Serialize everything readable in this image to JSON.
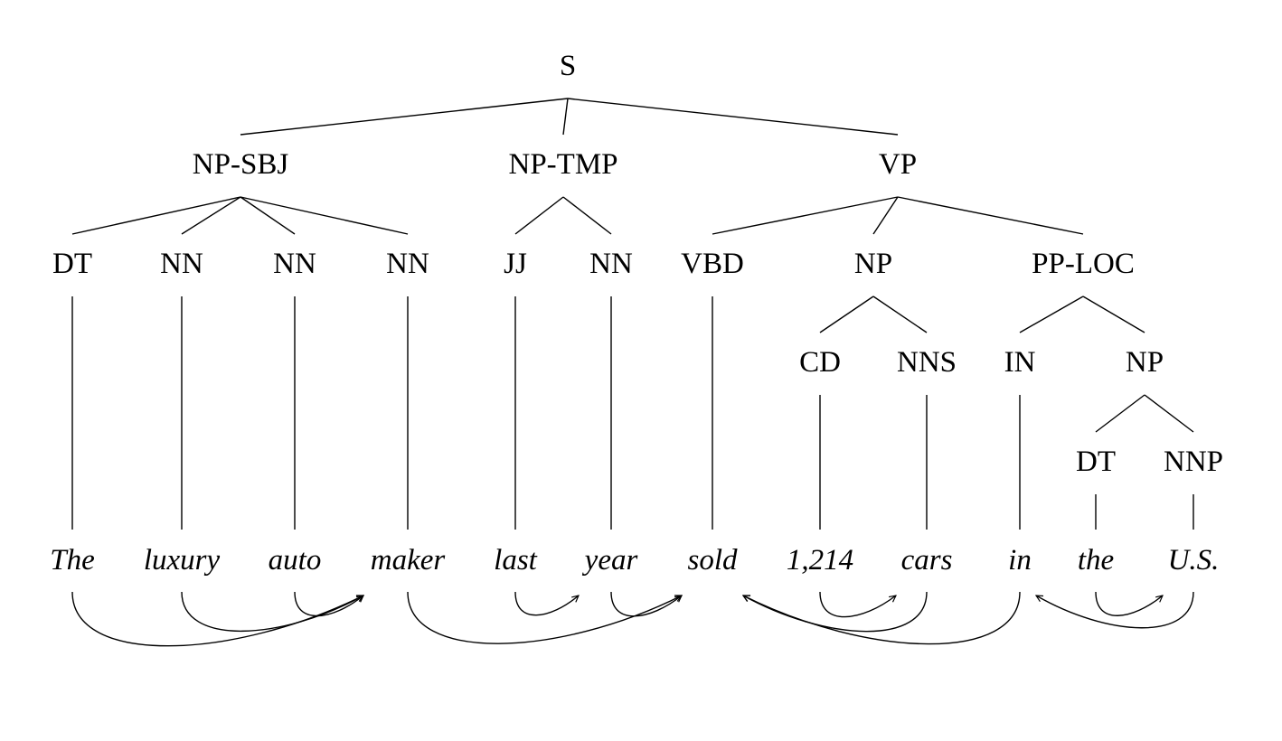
{
  "diagram": {
    "nodes": [
      {
        "id": "s",
        "label": "S"
      },
      {
        "id": "np_sbj",
        "label": "NP-SBJ"
      },
      {
        "id": "np_tmp",
        "label": "NP-TMP"
      },
      {
        "id": "vp",
        "label": "VP"
      },
      {
        "id": "dt1",
        "label": "DT"
      },
      {
        "id": "nn1",
        "label": "NN"
      },
      {
        "id": "nn2",
        "label": "NN"
      },
      {
        "id": "nn3",
        "label": "NN"
      },
      {
        "id": "jj",
        "label": "JJ"
      },
      {
        "id": "nn4",
        "label": "NN"
      },
      {
        "id": "vbd",
        "label": "VBD"
      },
      {
        "id": "np1",
        "label": "NP"
      },
      {
        "id": "pp_loc",
        "label": "PP-LOC"
      },
      {
        "id": "cd",
        "label": "CD"
      },
      {
        "id": "nns",
        "label": "NNS"
      },
      {
        "id": "in",
        "label": "IN"
      },
      {
        "id": "np2",
        "label": "NP"
      },
      {
        "id": "dt2",
        "label": "DT"
      },
      {
        "id": "nnp",
        "label": "NNP"
      }
    ],
    "words": [
      "The",
      "luxury",
      "auto",
      "maker",
      "last",
      "year",
      "sold",
      "1,214",
      "cars",
      "in",
      "the",
      "U.S."
    ],
    "tree_edges": [
      [
        "s",
        "np_sbj"
      ],
      [
        "s",
        "np_tmp"
      ],
      [
        "s",
        "vp"
      ],
      [
        "np_sbj",
        "dt1"
      ],
      [
        "np_sbj",
        "nn1"
      ],
      [
        "np_sbj",
        "nn2"
      ],
      [
        "np_sbj",
        "nn3"
      ],
      [
        "np_tmp",
        "jj"
      ],
      [
        "np_tmp",
        "nn4"
      ],
      [
        "vp",
        "vbd"
      ],
      [
        "vp",
        "np1"
      ],
      [
        "vp",
        "pp_loc"
      ],
      [
        "np1",
        "cd"
      ],
      [
        "np1",
        "nns"
      ],
      [
        "pp_loc",
        "in"
      ],
      [
        "pp_loc",
        "np2"
      ],
      [
        "np2",
        "dt2"
      ],
      [
        "np2",
        "nnp"
      ]
    ],
    "preterminal_word": [
      [
        "dt1",
        0
      ],
      [
        "nn1",
        1
      ],
      [
        "nn2",
        2
      ],
      [
        "nn3",
        3
      ],
      [
        "jj",
        4
      ],
      [
        "nn4",
        5
      ],
      [
        "vbd",
        6
      ],
      [
        "cd",
        7
      ],
      [
        "nns",
        8
      ],
      [
        "in",
        9
      ],
      [
        "dt2",
        10
      ],
      [
        "nnp",
        11
      ]
    ],
    "dependencies": [
      {
        "from": 0,
        "to": 3
      },
      {
        "from": 1,
        "to": 3
      },
      {
        "from": 2,
        "to": 3
      },
      {
        "from": 3,
        "to": 6
      },
      {
        "from": 4,
        "to": 5
      },
      {
        "from": 5,
        "to": 6
      },
      {
        "from": 7,
        "to": 8
      },
      {
        "from": 8,
        "to": 6
      },
      {
        "from": 9,
        "to": 6
      },
      {
        "from": 10,
        "to": 11
      },
      {
        "from": 11,
        "to": 9
      }
    ]
  }
}
